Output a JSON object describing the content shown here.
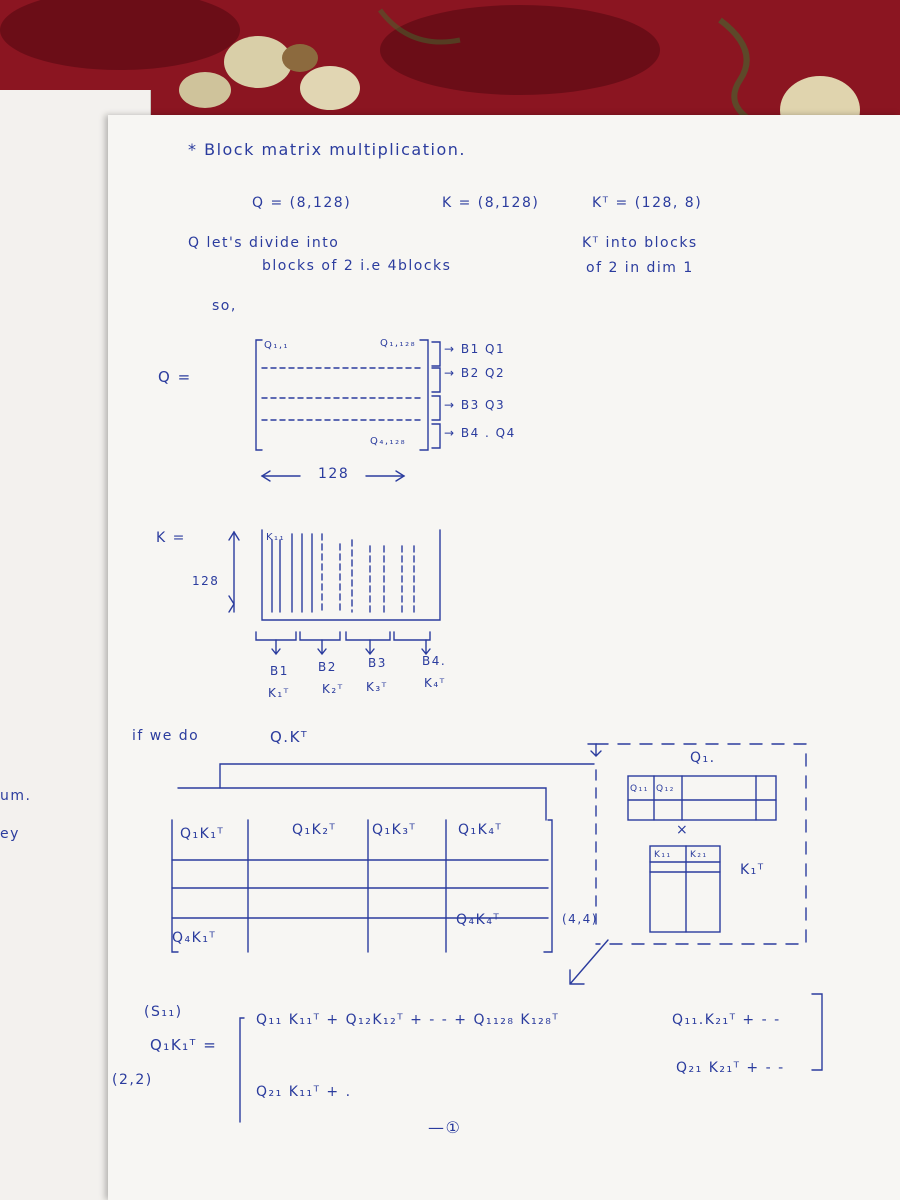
{
  "title": "* Block matrix multiplication.",
  "shapes": {
    "q": "Q = (8,128)",
    "k": "K = (8,128)",
    "kt": "Kᵀ = (128, 8)"
  },
  "divide_q": {
    "line1": "Q let's divide into",
    "line2": "blocks of 2 i.e 4blocks"
  },
  "divide_kt": {
    "line1": "Kᵀ into blocks",
    "line2": "of 2 in dim 1"
  },
  "so": "so,",
  "q_matrix": {
    "label": "Q =",
    "top_left": "Q₁,₁",
    "top_right": "Q₁,₁₂₈",
    "bottom_right": "Q₄,₁₂₈",
    "blocks": [
      "→ B1 Q1",
      "→ B2 Q2",
      "→ B3 Q3",
      "→ B4 . Q4"
    ],
    "width_label": "128"
  },
  "k_matrix": {
    "label": "K =",
    "top_left": "K₁₁",
    "height_label": "128",
    "blocks": [
      {
        "block": "B1",
        "kt": "K₁ᵀ"
      },
      {
        "block": "B2",
        "kt": "K₂ᵀ"
      },
      {
        "block": "B3",
        "kt": "K₃ᵀ"
      },
      {
        "block": "B4.",
        "kt": "K₄ᵀ"
      }
    ]
  },
  "if_we_do": "if we do",
  "product": "Q.Kᵀ",
  "grid": {
    "header": [
      "Q₁K₁ᵀ",
      "Q₁K₂ᵀ",
      "Q₁K₃ᵀ",
      "Q₁K₄ᵀ"
    ],
    "bottom_left": "Q₄K₁ᵀ",
    "bottom_right": "Q₄K₄ᵀ",
    "shape": "(4,4)"
  },
  "side": {
    "q1_label": "Q₁.",
    "q1_cells": [
      "Q₁₁",
      "Q₁₂"
    ],
    "times": "×",
    "k_cells": [
      "K₁₁",
      "K₂₁"
    ],
    "k1_label": "K₁ᵀ"
  },
  "expansion": {
    "s11": "(S₁₁)",
    "lhs": "Q₁K₁ᵀ =",
    "dim": "(2,2)",
    "row1": "Q₁₁ K₁₁ᵀ + Q₁₂K₁₂ᵀ + - - + Q₁₁₂₈ K₁₂₈ᵀ",
    "row1_right": "Q₁₁.K₂₁ᵀ + - -",
    "row2": "Q₂₁ K₁₁ᵀ + .",
    "row2_right": "Q₂₁ K₂₁ᵀ + - -"
  },
  "footnote": "—①",
  "left_page": {
    "line1": "um.",
    "line2": "ey"
  }
}
